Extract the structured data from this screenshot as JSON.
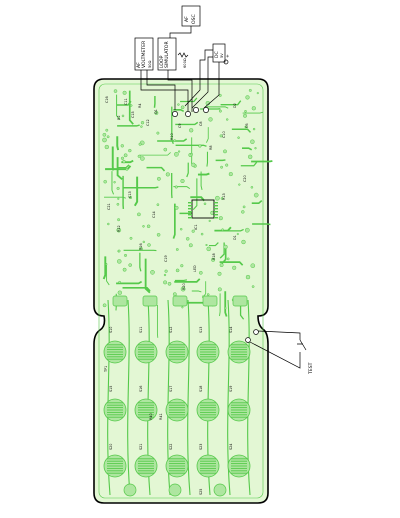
{
  "colors": {
    "board_fill": "#e3f7d4",
    "copper": "#55c94a",
    "copper_light": "#aee6a0",
    "outline": "#000000",
    "silkscreen": "#000000"
  },
  "instruments": {
    "voltmeter": {
      "line1": "AF",
      "line2": "VOLTMETER",
      "line3": "50Ω"
    },
    "loop_simulator": {
      "line1": "LOOP",
      "line2": "SIMULATOR",
      "line3": "600Ω"
    },
    "af_osc": {
      "line1": "AF",
      "line2": "OSC"
    },
    "dc_supply": {
      "line1": "DC",
      "line2": "5V",
      "polarity": "+"
    }
  },
  "switch": {
    "label": "TEST"
  },
  "pcb_labels": {
    "top_region": [
      "C16",
      "R2",
      "C11",
      "C15",
      "R4",
      "C12",
      "Q1",
      "R10",
      "C9",
      "C8",
      "R8",
      "C10",
      "D2",
      "C6"
    ],
    "mid_region": [
      "IC1",
      "C21",
      "R12",
      "C13",
      "R16",
      "C14",
      "C19",
      "R13",
      "D1",
      "C20",
      "R18",
      "R20",
      "LED"
    ],
    "keypad_row_labels": [
      "S10",
      "S11",
      "S12",
      "S13",
      "S14",
      "S15",
      "S16",
      "S17",
      "S18",
      "S19",
      "S20",
      "S21"
    ],
    "keypad_other": [
      "S22",
      "S23",
      "S24",
      "S25",
      "TP1",
      "R40",
      "R41"
    ]
  }
}
